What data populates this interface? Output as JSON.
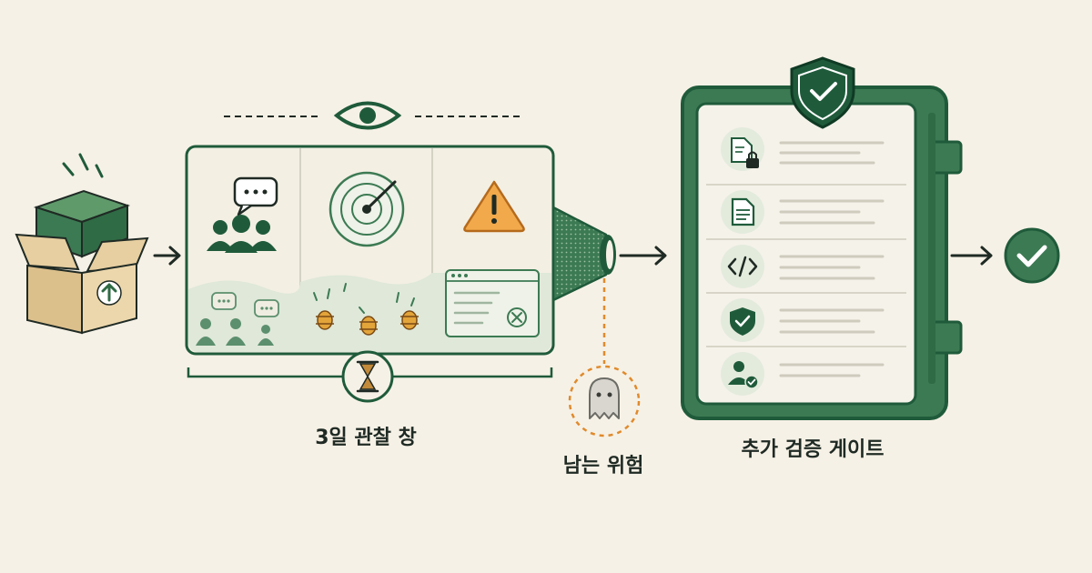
{
  "labels": {
    "observation_window": "3일 관찰 창",
    "remaining_risk": "남는 위험",
    "extra_gate": "추가 검증 게이트"
  },
  "gate_items": [
    {
      "icon": "document-lock-icon"
    },
    {
      "icon": "document-icon"
    },
    {
      "icon": "code-icon"
    },
    {
      "icon": "shield-check-icon"
    },
    {
      "icon": "user-check-icon"
    }
  ],
  "colors": {
    "background": "#f6f1e6",
    "green_dark": "#1f5b3b",
    "green_mid": "#3c7a53",
    "green_light": "#dfe8d9",
    "orange": "#e08a2c",
    "ink": "#1f2a24"
  }
}
